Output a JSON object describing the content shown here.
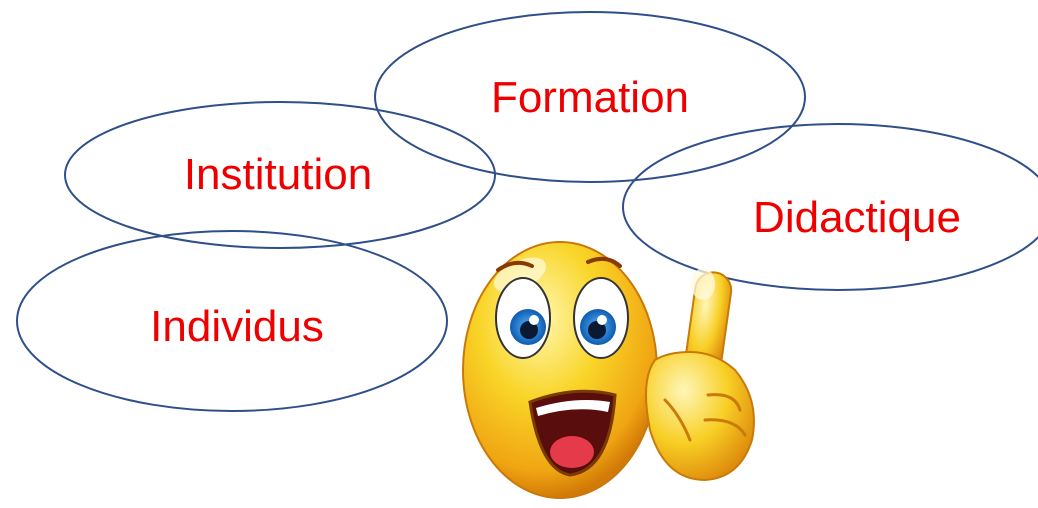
{
  "diagram": {
    "labels": {
      "formation": "Formation",
      "institution": "Institution",
      "didactique": "Didactique",
      "individus": "Individus"
    },
    "colors": {
      "outline": "#2f4f8a",
      "text": "#ee0000",
      "face": "#f7c21c",
      "face_highlight": "#fff3a0",
      "face_shadow": "#d98a0a"
    }
  },
  "illustration": {
    "icon": "smiley-pointing-finger-icon"
  }
}
